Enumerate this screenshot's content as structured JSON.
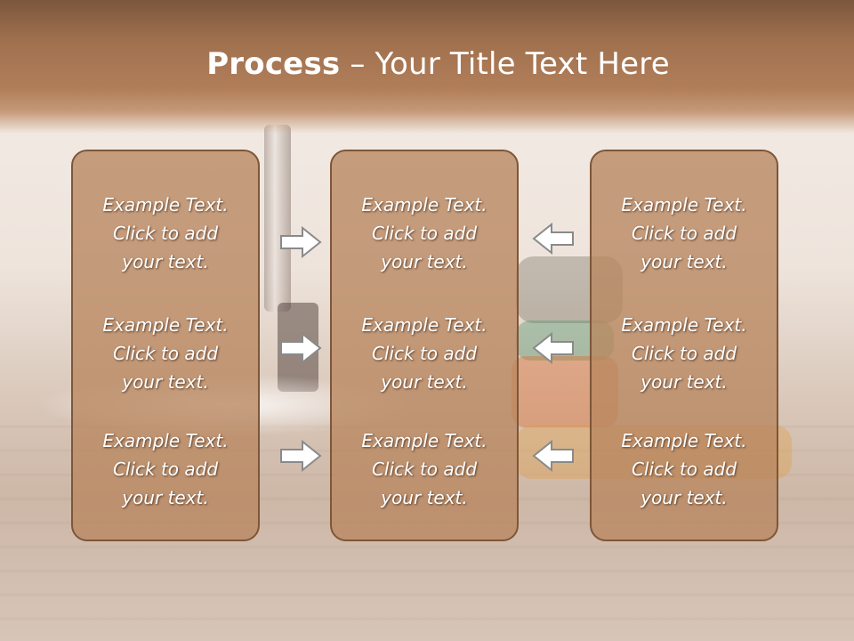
{
  "title": {
    "bold": "Process",
    "rest": " – Your Title Text Here"
  },
  "columns": [
    {
      "items": [
        [
          "Example Text.",
          "Click  to add",
          "your text."
        ],
        [
          "Example Text.",
          "Click  to add",
          "your text."
        ],
        [
          "Example Text.",
          "Click  to add",
          "your text."
        ]
      ]
    },
    {
      "items": [
        [
          "Example Text.",
          "Click  to add",
          "your text."
        ],
        [
          "Example Text.",
          "Click  to add",
          "your text."
        ],
        [
          "Example Text.",
          "Click  to add",
          "your text."
        ]
      ]
    },
    {
      "items": [
        [
          "Example Text.",
          "Click  to add",
          "your text."
        ],
        [
          "Example Text.",
          "Click  to add",
          "your text."
        ],
        [
          "Example Text.",
          "Click  to add",
          "your text."
        ]
      ]
    }
  ],
  "arrows": {
    "left_group": "right-arrow-icon",
    "right_group": "left-arrow-icon"
  },
  "colors": {
    "header": "#a0704e",
    "box_fill": "#b9875f",
    "box_border": "#7e5638",
    "text": "#ffffff",
    "arrow_fill": "#ffffff",
    "arrow_stroke": "#8a8a8a"
  }
}
